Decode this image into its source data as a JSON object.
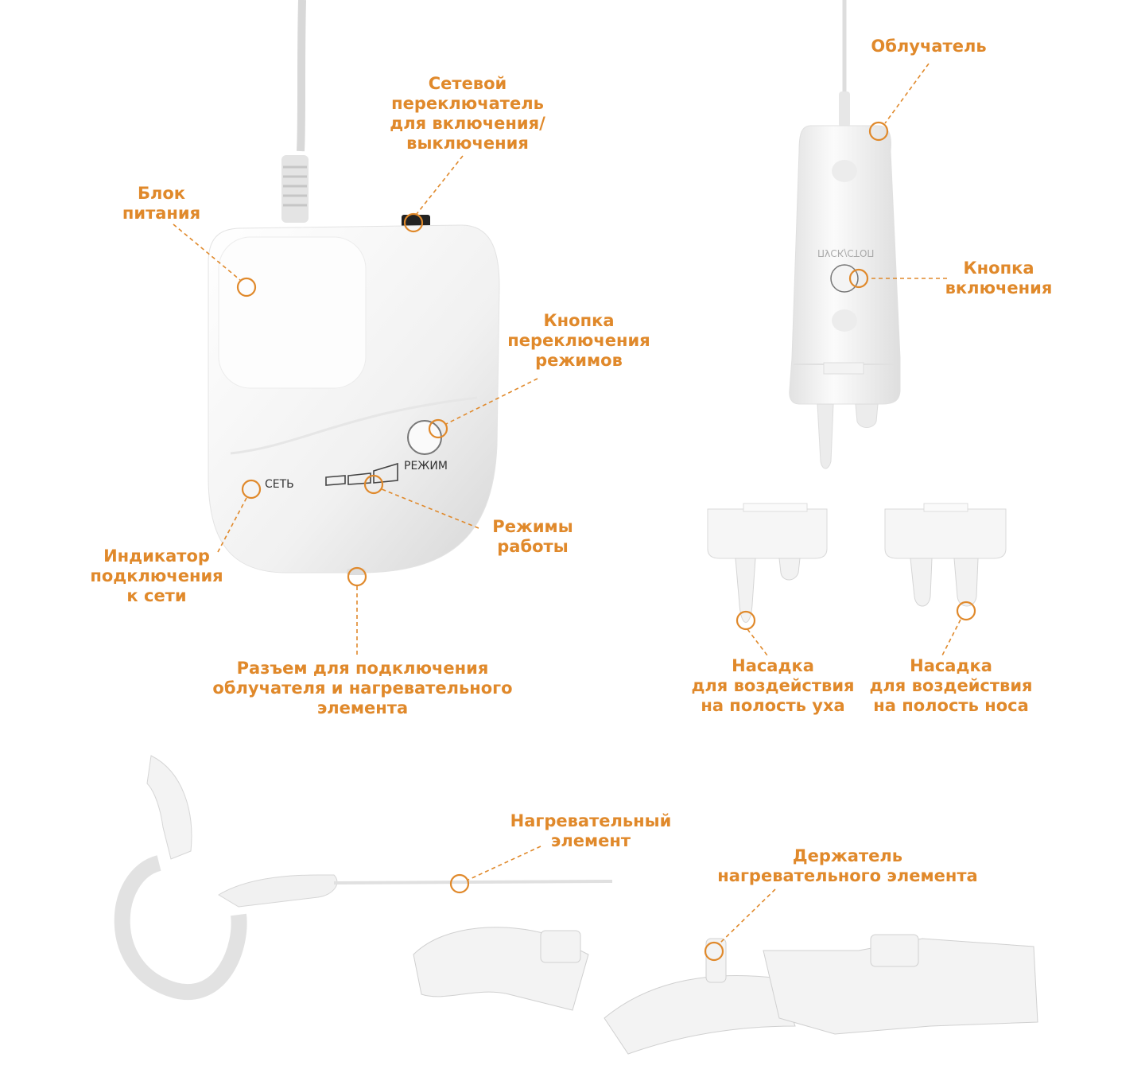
{
  "accent_color": "#e0892b",
  "labels": {
    "power_unit": [
      "Блок",
      "питания"
    ],
    "power_switch": [
      "Сетевой",
      "переключатель",
      "для включения/",
      "выключения"
    ],
    "mode_button": [
      "Кнопка",
      "переключения",
      "режимов"
    ],
    "modes": [
      "Режимы",
      "работы"
    ],
    "network_indicator": [
      "Индикатор",
      "подключения",
      "к сети"
    ],
    "connector": [
      "Разъем для подключения",
      "облучателя и нагревательного",
      "элемента"
    ],
    "irradiator": [
      "Облучатель"
    ],
    "power_button": [
      "Кнопка",
      "включения"
    ],
    "ear_nozzle": [
      "Насадка",
      "для воздействия",
      "на полость уха"
    ],
    "nose_nozzle": [
      "Насадка",
      "для воздействия",
      "на полость носа"
    ],
    "heating_element": [
      "Нагревательный",
      "элемент"
    ],
    "holder": [
      "Держатель",
      "нагревательного элемента"
    ]
  },
  "device_text": {
    "mode": "РЕЖИМ",
    "network": "СЕТЬ",
    "start_stop": "ПУСК/СТОП"
  }
}
